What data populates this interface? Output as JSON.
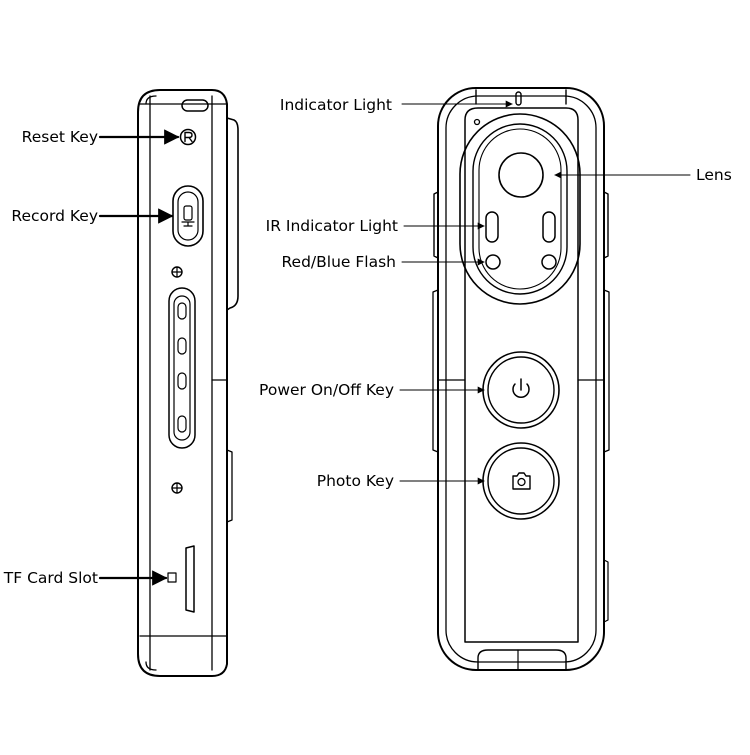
{
  "labels": {
    "reset_key": "Reset Key",
    "record_key": "Record Key",
    "tf_card_slot": "TF Card Slot",
    "indicator_light": "Indicator Light",
    "lens": "Lens",
    "ir_indicator_light": "IR Indicator Light",
    "red_blue_flash": "Red/Blue Flash",
    "power_key": "Power On/Off Key",
    "photo_key": "Photo Key"
  },
  "icons": {
    "reset": "reset-r-icon",
    "record": "microphone-icon",
    "power": "power-icon",
    "photo": "camera-icon",
    "tf_card": "tf-card-icon"
  },
  "colors": {
    "line": "#000000",
    "background": "#ffffff"
  }
}
